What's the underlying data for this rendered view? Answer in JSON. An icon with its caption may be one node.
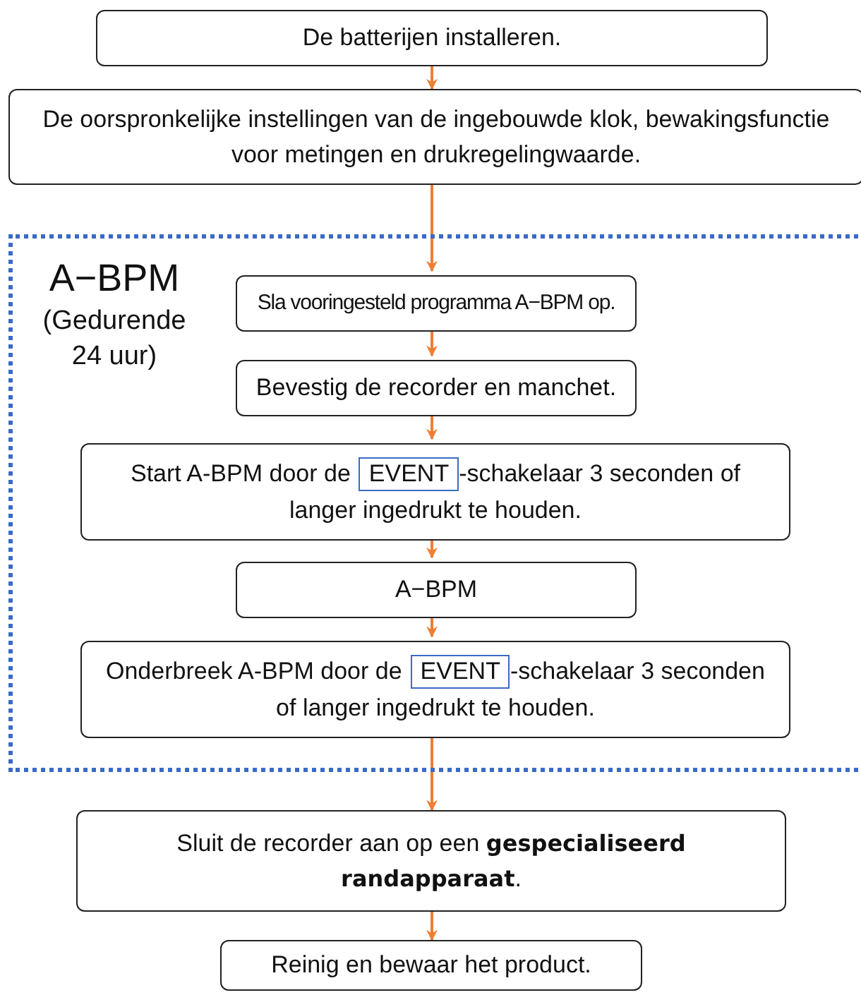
{
  "diagram": {
    "nodes": [
      {
        "text": [
          "De batterijen installeren."
        ]
      },
      {
        "text": [
          "De oorspronkelijke instellingen van de ingebouwde klok, bewakingsfunctie voor metingen en drukregelingwaarde."
        ]
      },
      {
        "text": [
          "A−BPM",
          "(Gedurende 24 uur)"
        ]
      },
      {
        "text": [
          "Sla vooringesteld programma A−BPM op."
        ],
        "in": 2
      },
      {
        "text": [
          "Bevestig de recorder en manchet."
        ],
        "in": 2
      },
      {
        "text": [
          "Start A-BPM door de",
          "-schakelaar 3 seconden of langer ingedrukt te houden."
        ],
        "in": 2
      },
      {
        "text": [
          "EVENT"
        ],
        "in": 5
      },
      {
        "text": [
          "A−BPM"
        ],
        "in": 2
      },
      {
        "text": [
          "Onderbreek A-BPM door de",
          "-schakelaar 3 seconden of langer ingedrukt te houden."
        ],
        "in": 2
      },
      {
        "text": [
          "EVENT"
        ],
        "in": 8
      },
      {
        "text": [
          "Sluit de recorder aan op een **gespecialiseerd randapparaat**."
        ]
      },
      {
        "text": [
          "Reinig en bewaar het product."
        ]
      }
    ],
    "edges": [
      {
        "from": 0,
        "to": 1,
        "arrow": "to"
      },
      {
        "from": 1,
        "to": 3,
        "arrow": "to"
      },
      {
        "from": 3,
        "to": 4,
        "arrow": "to"
      },
      {
        "from": 4,
        "to": 5,
        "arrow": "to"
      },
      {
        "from": 5,
        "to": 7,
        "arrow": "to"
      },
      {
        "from": 7,
        "to": 8,
        "arrow": "to"
      },
      {
        "from": 8,
        "to": 10,
        "arrow": "to"
      },
      {
        "from": 10,
        "to": 11,
        "arrow": "to"
      }
    ]
  }
}
